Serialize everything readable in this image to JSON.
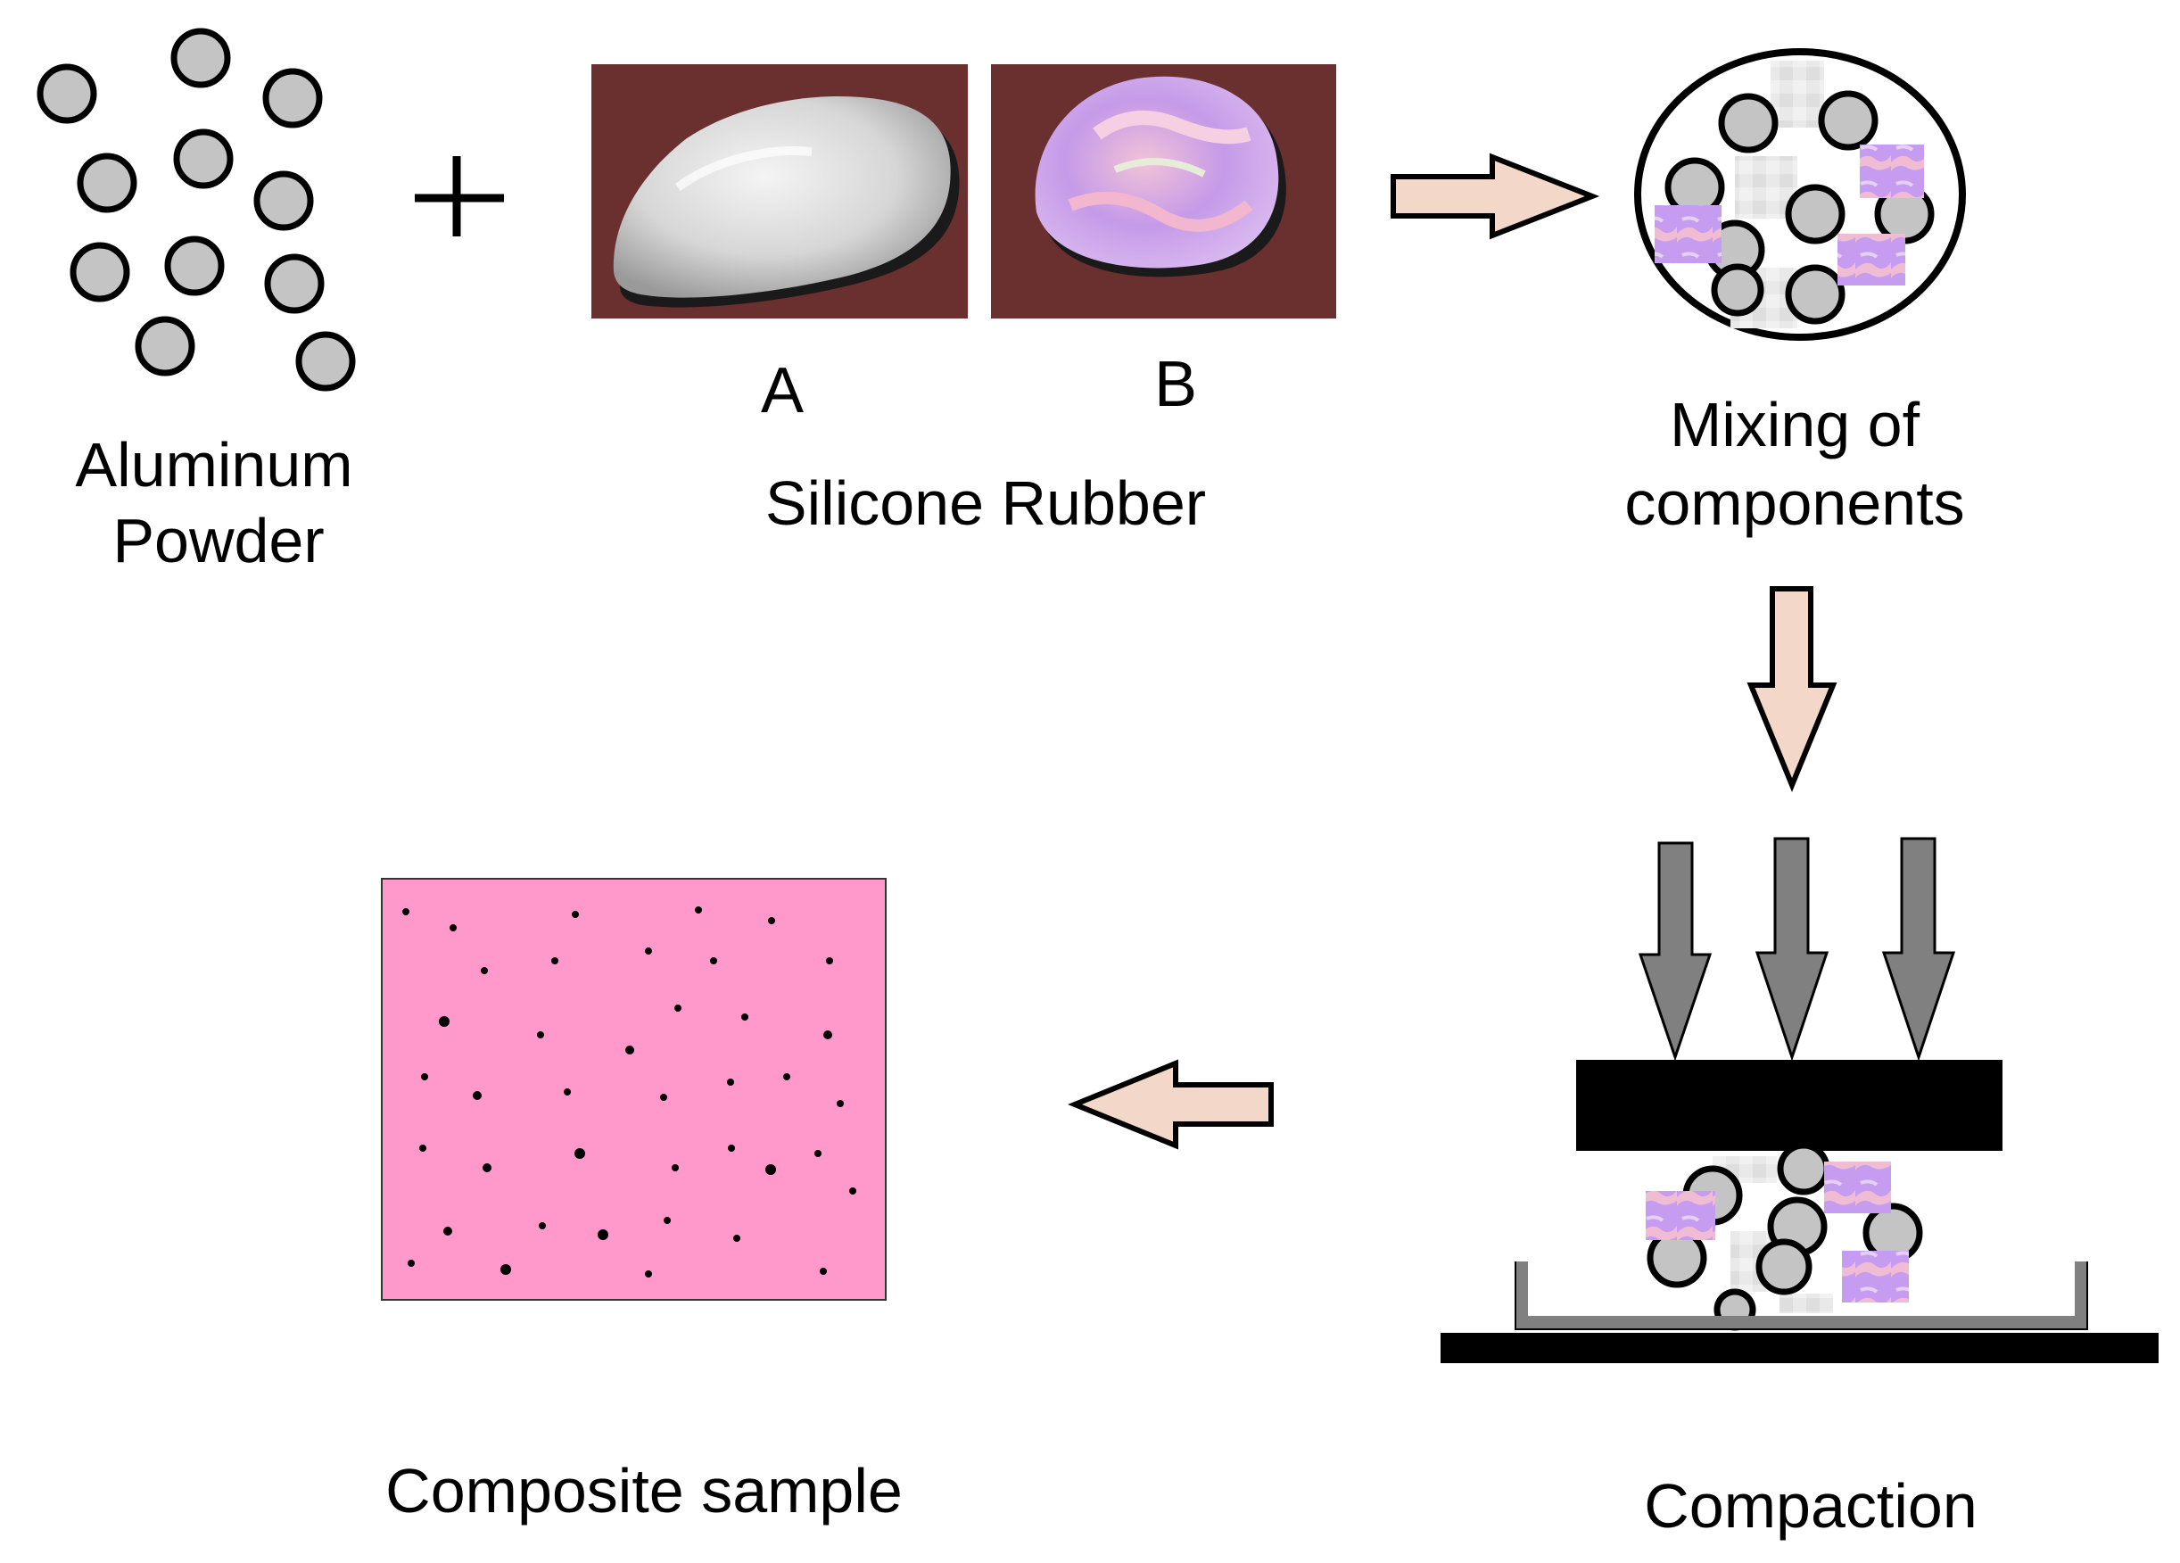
{
  "labels": {
    "aluminum_line1": "Aluminum",
    "aluminum_line2": "Powder",
    "plus": "+",
    "rubber_a": "A",
    "rubber_b": "B",
    "silicone_rubber": "Silicone Rubber",
    "mixing_line1": "Mixing of",
    "mixing_line2": "components",
    "composite_sample": "Composite sample",
    "compaction": "Compaction"
  },
  "colors": {
    "particle_fill": "#c4c4c4",
    "particle_stroke": "#000000",
    "rubber_bg": "#6a2f2f",
    "rubber_a": "#dcdcdc",
    "rubber_b": "#c9a2e8",
    "arrow_fill": "#f3d7c8",
    "press_arrow": "#808080",
    "press_plate": "#000000",
    "composite_fill": "#ff99cc"
  }
}
